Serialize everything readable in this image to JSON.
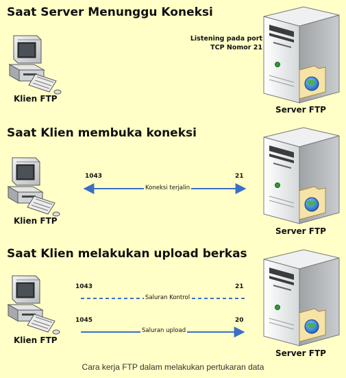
{
  "sections": [
    {
      "title": "Saat Server Menunggu Koneksi",
      "client_label": "Klien FTP",
      "server_label": "Server FTP",
      "listening_line1": "Listening pada port",
      "listening_line2": "TCP Nomor 21"
    },
    {
      "title": "Saat Klien membuka koneksi",
      "client_label": "Klien FTP",
      "server_label": "Server FTP",
      "connection": {
        "client_port": "1043",
        "server_port": "21",
        "label": "Koneksi terjalin"
      }
    },
    {
      "title": "Saat Klien melakukan upload berkas",
      "client_label": "Klien FTP",
      "server_label": "Server FTP",
      "control": {
        "client_port": "1043",
        "server_port": "21",
        "label": "Saluran Kontrol"
      },
      "data": {
        "client_port": "1045",
        "server_port": "20",
        "label": "Saluran upload"
      }
    }
  ],
  "caption": "Cara kerja FTP dalam melakukan pertukaran data",
  "colors": {
    "background": "#ffffc7",
    "arrow": "#3a6fc4"
  }
}
